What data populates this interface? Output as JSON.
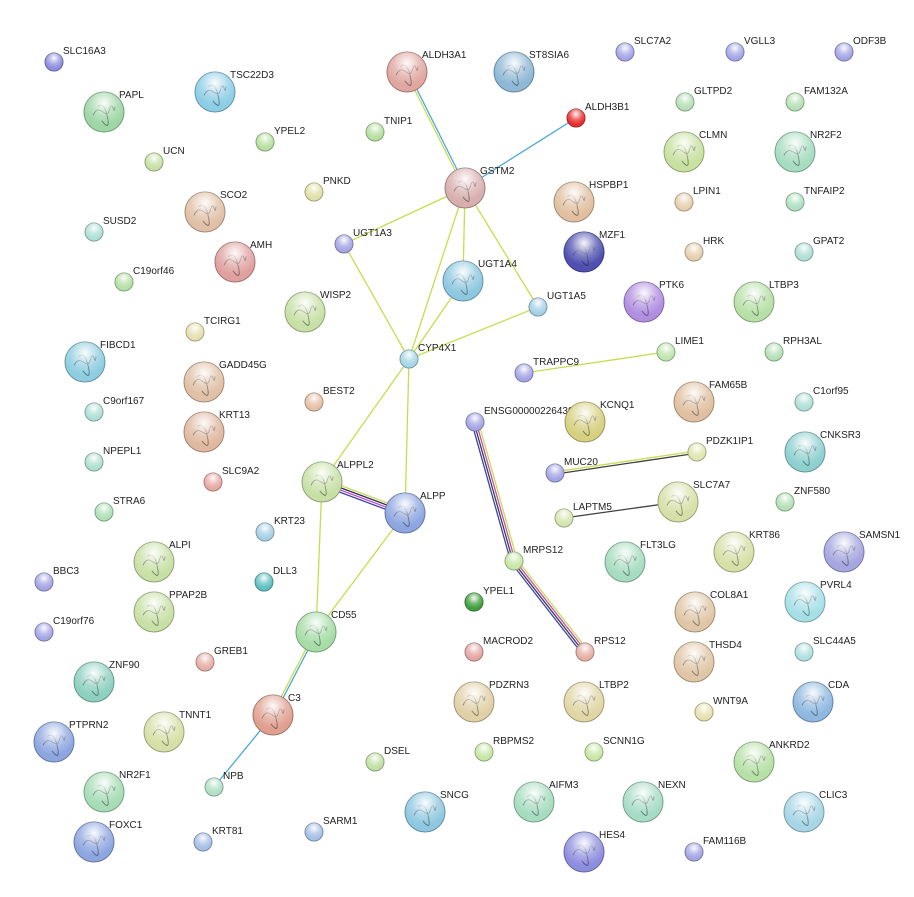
{
  "network": {
    "nodes": [
      {
        "id": "SLC16A3",
        "label": "SLC16A3",
        "color": "#8e8ee0",
        "structure": false
      },
      {
        "id": "TSC22D3",
        "label": "TSC22D3",
        "color": "#8ecde6",
        "structure": true
      },
      {
        "id": "ALDH3A1",
        "label": "ALDH3A1",
        "color": "#e0a6a0",
        "structure": true
      },
      {
        "id": "ST8SIA6",
        "label": "ST8SIA6",
        "color": "#8eb8d6",
        "structure": true
      },
      {
        "id": "SLC7A2",
        "label": "SLC7A2",
        "color": "#a6a6e6",
        "structure": false
      },
      {
        "id": "VGLL3",
        "label": "VGLL3",
        "color": "#a6a6e6",
        "structure": false
      },
      {
        "id": "ODF3B",
        "label": "ODF3B",
        "color": "#a6a6e6",
        "structure": false
      },
      {
        "id": "PAPL",
        "label": "PAPL",
        "color": "#9ed6a6",
        "structure": true
      },
      {
        "id": "YPEL2",
        "label": "YPEL2",
        "color": "#b6e0a0",
        "structure": false
      },
      {
        "id": "TNIP1",
        "label": "TNIP1",
        "color": "#b6e0a0",
        "structure": false
      },
      {
        "id": "ALDH3B1",
        "label": "ALDH3B1",
        "color": "#e83030",
        "structure": false
      },
      {
        "id": "GLTPD2",
        "label": "GLTPD2",
        "color": "#b6e0b6",
        "structure": false
      },
      {
        "id": "FAM132A",
        "label": "FAM132A",
        "color": "#b6e0b6",
        "structure": false
      },
      {
        "id": "UCN",
        "label": "UCN",
        "color": "#c8e0a6",
        "structure": false
      },
      {
        "id": "CLMN",
        "label": "CLMN",
        "color": "#c8e0a0",
        "structure": true
      },
      {
        "id": "NR2F2",
        "label": "NR2F2",
        "color": "#a6dcc0",
        "structure": true
      },
      {
        "id": "GSTM2",
        "label": "GSTM2",
        "color": "#d8aeae",
        "structure": true
      },
      {
        "id": "SCO2",
        "label": "SCO2",
        "color": "#e0c0a6",
        "structure": true
      },
      {
        "id": "PNKD",
        "label": "PNKD",
        "color": "#e0e0a6",
        "structure": false
      },
      {
        "id": "HSPBP1",
        "label": "HSPBP1",
        "color": "#e0c0a0",
        "structure": true
      },
      {
        "id": "LPIN1",
        "label": "LPIN1",
        "color": "#e6d0b0",
        "structure": false
      },
      {
        "id": "TNFAIP2",
        "label": "TNFAIP2",
        "color": "#b0e0c0",
        "structure": false
      },
      {
        "id": "SUSD2",
        "label": "SUSD2",
        "color": "#b0e0d6",
        "structure": false
      },
      {
        "id": "UGT1A3",
        "label": "UGT1A3",
        "color": "#a6a6e6",
        "structure": false
      },
      {
        "id": "AMH",
        "label": "AMH",
        "color": "#e0a0a0",
        "structure": true
      },
      {
        "id": "MZF1",
        "label": "MZF1",
        "color": "#5050b0",
        "structure": true
      },
      {
        "id": "HRK",
        "label": "HRK",
        "color": "#e6d0b0",
        "structure": false
      },
      {
        "id": "GPAT2",
        "label": "GPAT2",
        "color": "#b0e0d6",
        "structure": false
      },
      {
        "id": "UGT1A4",
        "label": "UGT1A4",
        "color": "#8ec8e0",
        "structure": true
      },
      {
        "id": "C19orf46",
        "label": "C19orf46",
        "color": "#b6e0a6",
        "structure": false
      },
      {
        "id": "PTK6",
        "label": "PTK6",
        "color": "#b08ee0",
        "structure": true
      },
      {
        "id": "LTBP3",
        "label": "LTBP3",
        "color": "#b6e0a6",
        "structure": true
      },
      {
        "id": "WISP2",
        "label": "WISP2",
        "color": "#c8e0a6",
        "structure": true
      },
      {
        "id": "UGT1A5",
        "label": "UGT1A5",
        "color": "#a6d0e6",
        "structure": false
      },
      {
        "id": "TCIRG1",
        "label": "TCIRG1",
        "color": "#e6e0b0",
        "structure": false
      },
      {
        "id": "FIBCD1",
        "label": "FIBCD1",
        "color": "#8ecde0",
        "structure": true
      },
      {
        "id": "CYP4X1",
        "label": "CYP4X1",
        "color": "#a6d6e6",
        "structure": false
      },
      {
        "id": "LIME1",
        "label": "LIME1",
        "color": "#c0e6b0",
        "structure": false
      },
      {
        "id": "RPH3AL",
        "label": "RPH3AL",
        "color": "#b6e0b6",
        "structure": false
      },
      {
        "id": "GADD45G",
        "label": "GADD45G",
        "color": "#e0c0a6",
        "structure": true
      },
      {
        "id": "TRAPPC9",
        "label": "TRAPPC9",
        "color": "#a6a6e6",
        "structure": false
      },
      {
        "id": "FAM65B",
        "label": "FAM65B",
        "color": "#e0c0a0",
        "structure": true
      },
      {
        "id": "C1orf95",
        "label": "C1orf95",
        "color": "#b0e0d6",
        "structure": false
      },
      {
        "id": "C9orf167",
        "label": "C9orf167",
        "color": "#b0e0d6",
        "structure": false
      },
      {
        "id": "BEST2",
        "label": "BEST2",
        "color": "#e6c0a6",
        "structure": false
      },
      {
        "id": "KRT13",
        "label": "KRT13",
        "color": "#e0b8a0",
        "structure": true
      },
      {
        "id": "ENSG00000226439",
        "label": "ENSG00000226439",
        "color": "#a6a6e6",
        "structure": false
      },
      {
        "id": "KCNQ1",
        "label": "KCNQ1",
        "color": "#d6d080",
        "structure": true
      },
      {
        "id": "CNKSR3",
        "label": "CNKSR3",
        "color": "#8ed0d0",
        "structure": true
      },
      {
        "id": "PDZK1IP1",
        "label": "PDZK1IP1",
        "color": "#e0e6b0",
        "structure": false
      },
      {
        "id": "NPEPL1",
        "label": "NPEPL1",
        "color": "#b0e0d0",
        "structure": false
      },
      {
        "id": "SLC9A2",
        "label": "SLC9A2",
        "color": "#e6aaa6",
        "structure": false
      },
      {
        "id": "ALPPL2",
        "label": "ALPPL2",
        "color": "#c8e0a6",
        "structure": true
      },
      {
        "id": "MUC20",
        "label": "MUC20",
        "color": "#a6a6e6",
        "structure": false
      },
      {
        "id": "STRA6",
        "label": "STRA6",
        "color": "#b0e0b6",
        "structure": false
      },
      {
        "id": "ALPP",
        "label": "ALPP",
        "color": "#8ea6e0",
        "structure": true
      },
      {
        "id": "SLC7A7",
        "label": "SLC7A7",
        "color": "#d6e0a6",
        "structure": true
      },
      {
        "id": "ZNF580",
        "label": "ZNF580",
        "color": "#b6e0b6",
        "structure": false
      },
      {
        "id": "LAPTM5",
        "label": "LAPTM5",
        "color": "#d6e6b0",
        "structure": false
      },
      {
        "id": "KRT23",
        "label": "KRT23",
        "color": "#a6d0e6",
        "structure": false
      },
      {
        "id": "KRT86",
        "label": "KRT86",
        "color": "#d6e0a6",
        "structure": true
      },
      {
        "id": "SAMSN1",
        "label": "SAMSN1",
        "color": "#a6a6e0",
        "structure": true
      },
      {
        "id": "ALPI",
        "label": "ALPI",
        "color": "#c8e0a6",
        "structure": true
      },
      {
        "id": "MRPS12",
        "label": "MRPS12",
        "color": "#c8e6a6",
        "structure": false
      },
      {
        "id": "FLT3LG",
        "label": "FLT3LG",
        "color": "#a6dcc0",
        "structure": true
      },
      {
        "id": "BBC3",
        "label": "BBC3",
        "color": "#a6a6e6",
        "structure": false
      },
      {
        "id": "DLL3",
        "label": "DLL3",
        "color": "#60c0c0",
        "structure": false
      },
      {
        "id": "YPEL1",
        "label": "YPEL1",
        "color": "#40a040",
        "structure": false
      },
      {
        "id": "COL8A1",
        "label": "COL8A1",
        "color": "#e0c6a6",
        "structure": true
      },
      {
        "id": "PVRL4",
        "label": "PVRL4",
        "color": "#a6e0e6",
        "structure": true
      },
      {
        "id": "PPAP2B",
        "label": "PPAP2B",
        "color": "#c8e0a6",
        "structure": true
      },
      {
        "id": "C19orf76",
        "label": "C19orf76",
        "color": "#a6a6e6",
        "structure": false
      },
      {
        "id": "GREB1",
        "label": "GREB1",
        "color": "#e6b0a6",
        "structure": false
      },
      {
        "id": "CD55",
        "label": "CD55",
        "color": "#a6dca6",
        "structure": true
      },
      {
        "id": "MACROD2",
        "label": "MACROD2",
        "color": "#e6a6a6",
        "structure": false
      },
      {
        "id": "RPS12",
        "label": "RPS12",
        "color": "#e6b0a6",
        "structure": false
      },
      {
        "id": "SLC44A5",
        "label": "SLC44A5",
        "color": "#b0e0e0",
        "structure": false
      },
      {
        "id": "THSD4",
        "label": "THSD4",
        "color": "#e0c6a6",
        "structure": true
      },
      {
        "id": "ZNF90",
        "label": "ZNF90",
        "color": "#8ed0c0",
        "structure": true
      },
      {
        "id": "PDZRN3",
        "label": "PDZRN3",
        "color": "#e0d0a6",
        "structure": true
      },
      {
        "id": "LTBP2",
        "label": "LTBP2",
        "color": "#e0d6a6",
        "structure": true
      },
      {
        "id": "CDA",
        "label": "CDA",
        "color": "#8eb8e0",
        "structure": true
      },
      {
        "id": "C3",
        "label": "C3",
        "color": "#e0a090",
        "structure": true
      },
      {
        "id": "WNT9A",
        "label": "WNT9A",
        "color": "#e6e0b0",
        "structure": false
      },
      {
        "id": "TNNT1",
        "label": "TNNT1",
        "color": "#d6e0a6",
        "structure": true
      },
      {
        "id": "PTPRN2",
        "label": "PTPRN2",
        "color": "#8ea6e0",
        "structure": true
      },
      {
        "id": "DSEL",
        "label": "DSEL",
        "color": "#c0e0a6",
        "structure": false
      },
      {
        "id": "RBPMS2",
        "label": "RBPMS2",
        "color": "#c8e6a6",
        "structure": false
      },
      {
        "id": "SCNN1G",
        "label": "SCNN1G",
        "color": "#c8e6a6",
        "structure": false
      },
      {
        "id": "ANKRD2",
        "label": "ANKRD2",
        "color": "#b6e0a6",
        "structure": true
      },
      {
        "id": "NPB",
        "label": "NPB",
        "color": "#b0e0c6",
        "structure": false
      },
      {
        "id": "NR2F1",
        "label": "NR2F1",
        "color": "#a6dcb6",
        "structure": true
      },
      {
        "id": "SNCG",
        "label": "SNCG",
        "color": "#8ec8e0",
        "structure": true
      },
      {
        "id": "AIFM3",
        "label": "AIFM3",
        "color": "#a6dcc0",
        "structure": true
      },
      {
        "id": "NEXN",
        "label": "NEXN",
        "color": "#a6dcc6",
        "structure": true
      },
      {
        "id": "CLIC3",
        "label": "CLIC3",
        "color": "#a6d6e6",
        "structure": true
      },
      {
        "id": "FOXC1",
        "label": "FOXC1",
        "color": "#8ea6e0",
        "structure": true
      },
      {
        "id": "KRT81",
        "label": "KRT81",
        "color": "#a6c0e6",
        "structure": false
      },
      {
        "id": "SARM1",
        "label": "SARM1",
        "color": "#a6c0e6",
        "structure": false
      },
      {
        "id": "HES4",
        "label": "HES4",
        "color": "#8e8ee0",
        "structure": true
      },
      {
        "id": "FAM116B",
        "label": "FAM116B",
        "color": "#a6a6e6",
        "structure": false
      }
    ],
    "edges": [
      {
        "from": "ALDH3A1",
        "to": "GSTM2",
        "colors": [
          "#4aa8d8",
          "#c8dc50"
        ]
      },
      {
        "from": "ALDH3B1",
        "to": "GSTM2",
        "colors": [
          "#4aa8d8"
        ]
      },
      {
        "from": "GSTM2",
        "to": "UGT1A3",
        "colors": [
          "#c8dc50"
        ]
      },
      {
        "from": "GSTM2",
        "to": "UGT1A4",
        "colors": [
          "#c8dc50"
        ]
      },
      {
        "from": "GSTM2",
        "to": "UGT1A5",
        "colors": [
          "#c8dc50"
        ]
      },
      {
        "from": "GSTM2",
        "to": "CYP4X1",
        "colors": [
          "#c8dc50"
        ]
      },
      {
        "from": "UGT1A3",
        "to": "CYP4X1",
        "colors": [
          "#c8dc50"
        ]
      },
      {
        "from": "UGT1A4",
        "to": "CYP4X1",
        "colors": [
          "#c8dc50"
        ]
      },
      {
        "from": "UGT1A5",
        "to": "CYP4X1",
        "colors": [
          "#c8dc50"
        ]
      },
      {
        "from": "CYP4X1",
        "to": "ALPPL2",
        "colors": [
          "#c8dc50"
        ]
      },
      {
        "from": "CYP4X1",
        "to": "ALPP",
        "colors": [
          "#c8dc50"
        ]
      },
      {
        "from": "ALPPL2",
        "to": "ALPP",
        "colors": [
          "#c8dc50",
          "#2a2a60",
          "#c050c0",
          "#4040b0"
        ]
      },
      {
        "from": "ALPPL2",
        "to": "CD55",
        "colors": [
          "#c8dc50"
        ]
      },
      {
        "from": "ALPP",
        "to": "CD55",
        "colors": [
          "#c8dc50"
        ]
      },
      {
        "from": "CD55",
        "to": "C3",
        "colors": [
          "#4aa8d8",
          "#c8dc50"
        ]
      },
      {
        "from": "C3",
        "to": "NPB",
        "colors": [
          "#4aa8d8"
        ]
      },
      {
        "from": "TRAPPC9",
        "to": "LIME1",
        "colors": [
          "#c8dc50"
        ]
      },
      {
        "from": "MUC20",
        "to": "PDZK1IP1",
        "colors": [
          "#c8dc50",
          "#404040"
        ]
      },
      {
        "from": "LAPTM5",
        "to": "SLC7A7",
        "colors": [
          "#404040"
        ]
      },
      {
        "from": "ENSG00000226439",
        "to": "MRPS12",
        "colors": [
          "#c8dc50",
          "#c050c0",
          "#404040",
          "#4040b0"
        ]
      },
      {
        "from": "MRPS12",
        "to": "RPS12",
        "colors": [
          "#c8dc50",
          "#c050c0",
          "#404040",
          "#4040b0"
        ]
      }
    ]
  }
}
